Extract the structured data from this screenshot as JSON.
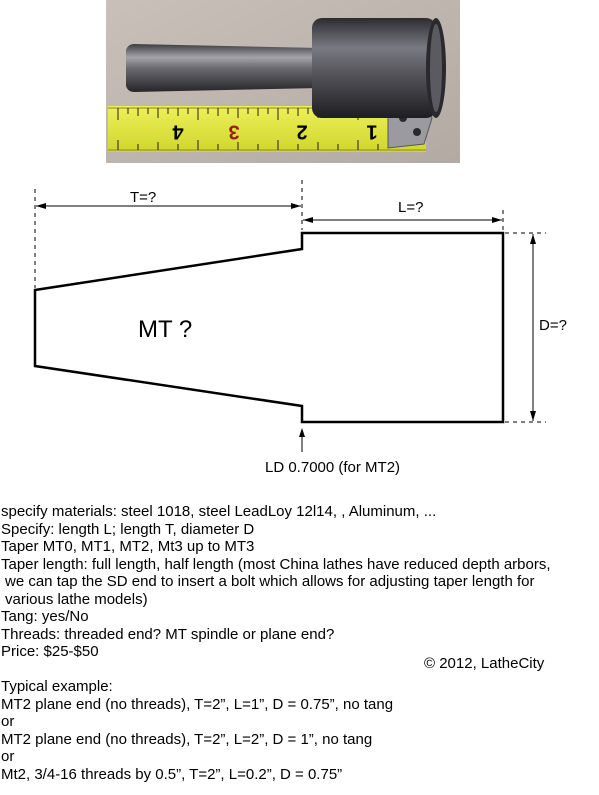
{
  "photo": {
    "tape_numbers": [
      "4",
      "3",
      "2",
      "1"
    ]
  },
  "drawing": {
    "t_label": "T=?",
    "l_label": "L=?",
    "d_label": "D=?",
    "mt_label": "MT ?",
    "ld_label": "LD 0.7000 (for MT2)"
  },
  "notes": {
    "materials": "specify materials: steel 1018, steel LeadLoy 12l14, , Aluminum, ...",
    "specify": "Specify: length L; length T, diameter D",
    "taper": "Taper MT0, MT1, MT2, Mt3 up to MT3",
    "taper_length_1": "Taper length: full length, half length (most China lathes have reduced depth arbors,",
    "taper_length_2": "we can tap the SD end to insert a bolt which allows for adjusting taper length for",
    "taper_length_3": "various lathe models)",
    "tang": "Tang: yes/No",
    "threads": "Threads: threaded end? MT spindle or plane end?",
    "price": "Price: $25-$50",
    "typical_heading": "Typical example:",
    "example_1": "MT2 plane end (no threads), T=2”, L=1”, D = 0.75”, no tang",
    "or_1": "or",
    "example_2": "MT2 plane end (no threads), T=2”, L=2”, D = 1”, no tang",
    "or_2": "or",
    "example_3": "Mt2, 3/4-16 threads by 0.5”, T=2”, L=0.2”, D = 0.75”"
  },
  "copyright": "© 2012, LatheCity"
}
